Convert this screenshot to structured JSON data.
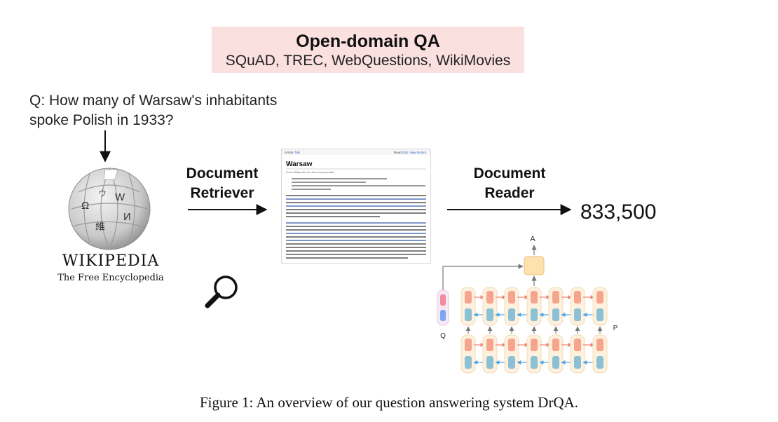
{
  "header": {
    "title": "Open-domain QA",
    "subtitle": "SQuAD, TREC, WebQuestions, WikiMovies"
  },
  "question": {
    "line1": "Q:  How many of Warsaw's inhabitants",
    "line2": "spoke Polish in 1933?"
  },
  "wikipedia": {
    "name": "WIKIPEDIA",
    "tagline": "The Free Encyclopedia",
    "glyphs": [
      "W",
      "Ω",
      "И",
      "維",
      "ウ"
    ]
  },
  "retriever": {
    "line1": "Document",
    "line2": "Retriever"
  },
  "reader": {
    "line1": "Document",
    "line2": "Reader"
  },
  "document": {
    "title": "Warsaw",
    "subtitle": "From Wikipedia, the free encyclopedia",
    "tab_article": "Article",
    "tab_talk": "Talk",
    "tab_read": "Read",
    "tab_edit": "Edit",
    "tab_history": "View history"
  },
  "answer": "833,500",
  "model": {
    "label_a": "A",
    "label_p": "P",
    "label_q": "Q"
  },
  "caption": "Figure 1:   An overview of our question answering system DrQA."
}
